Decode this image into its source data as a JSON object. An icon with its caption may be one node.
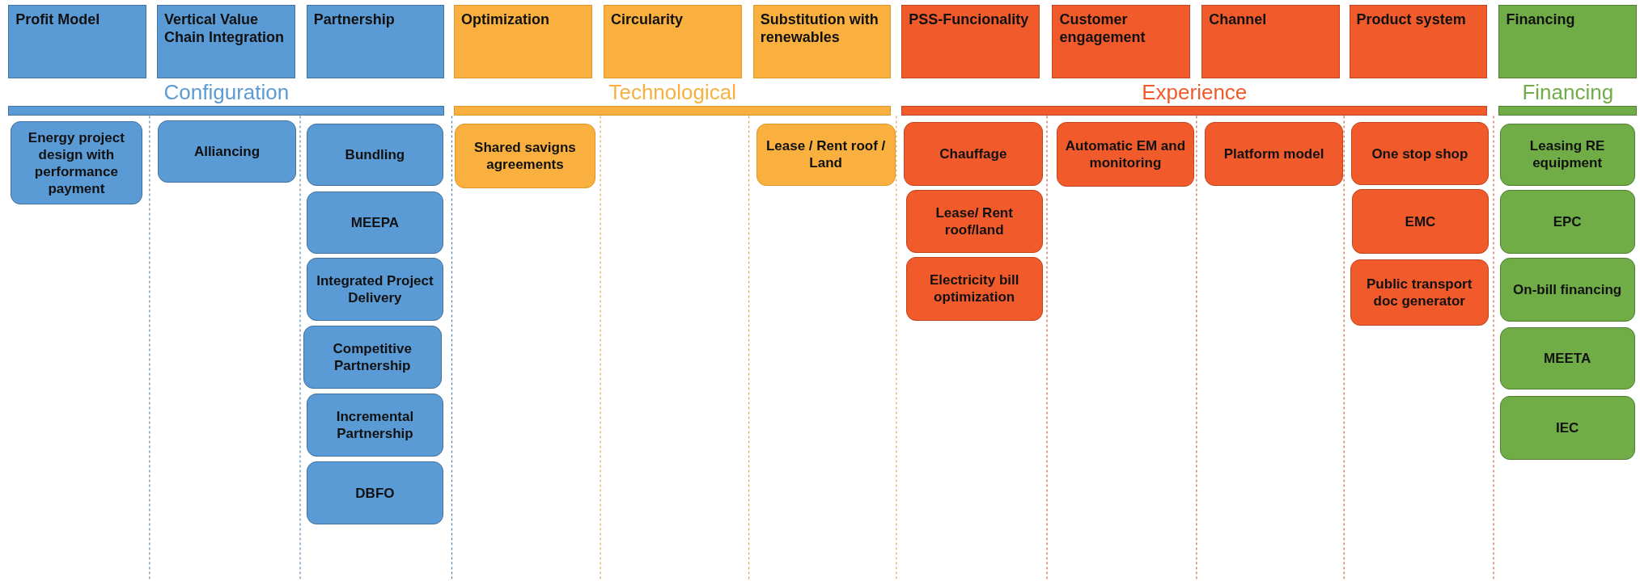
{
  "diagram": {
    "nodes": [
      {
        "text": [
          "Profit Model"
        ]
      },
      {
        "text": [
          "Vertical Value Chain Integration"
        ]
      },
      {
        "text": [
          "Partnership"
        ]
      },
      {
        "text": [
          "Optimization"
        ]
      },
      {
        "text": [
          "Circularity"
        ]
      },
      {
        "text": [
          "Substitution with renewables"
        ]
      },
      {
        "text": [
          "PSS-Funcionality"
        ]
      },
      {
        "text": [
          "Customer engagement"
        ]
      },
      {
        "text": [
          "Channel"
        ]
      },
      {
        "text": [
          "Product system"
        ]
      },
      {
        "text": [
          "Financing"
        ]
      },
      {
        "text": [
          "Configuration"
        ]
      },
      {
        "text": [
          "Technological"
        ]
      },
      {
        "text": [
          "Experience"
        ]
      },
      {
        "text": [
          "Financing"
        ]
      },
      {
        "text": [
          "Energy project design with performance payment"
        ]
      },
      {
        "text": [
          "Alliancing"
        ]
      },
      {
        "text": [
          "Bundling"
        ]
      },
      {
        "text": [
          "MEEPA"
        ]
      },
      {
        "text": [
          "Integrated Project Delivery"
        ]
      },
      {
        "text": [
          "Competitive Partnership"
        ]
      },
      {
        "text": [
          "Incremental Partnership"
        ]
      },
      {
        "text": [
          "DBFO"
        ]
      },
      {
        "text": [
          "Shared savigns agreements"
        ]
      },
      {
        "text": [
          "Lease / Rent roof / Land"
        ]
      },
      {
        "text": [
          "Chauffage"
        ]
      },
      {
        "text": [
          "Lease/ Rent roof/land"
        ]
      },
      {
        "text": [
          "Electricity bill optimization"
        ]
      },
      {
        "text": [
          "Automatic EM and monitoring"
        ]
      },
      {
        "text": [
          "Platform model"
        ]
      },
      {
        "text": [
          "One stop shop"
        ]
      },
      {
        "text": [
          "EMC"
        ]
      },
      {
        "text": [
          "Public transport doc generator"
        ]
      },
      {
        "text": [
          "Leasing RE equipment"
        ]
      },
      {
        "text": [
          "EPC"
        ]
      },
      {
        "text": [
          "On-bill financing"
        ]
      },
      {
        "text": [
          "MEETA"
        ]
      },
      {
        "text": [
          "IEC"
        ]
      }
    ]
  }
}
